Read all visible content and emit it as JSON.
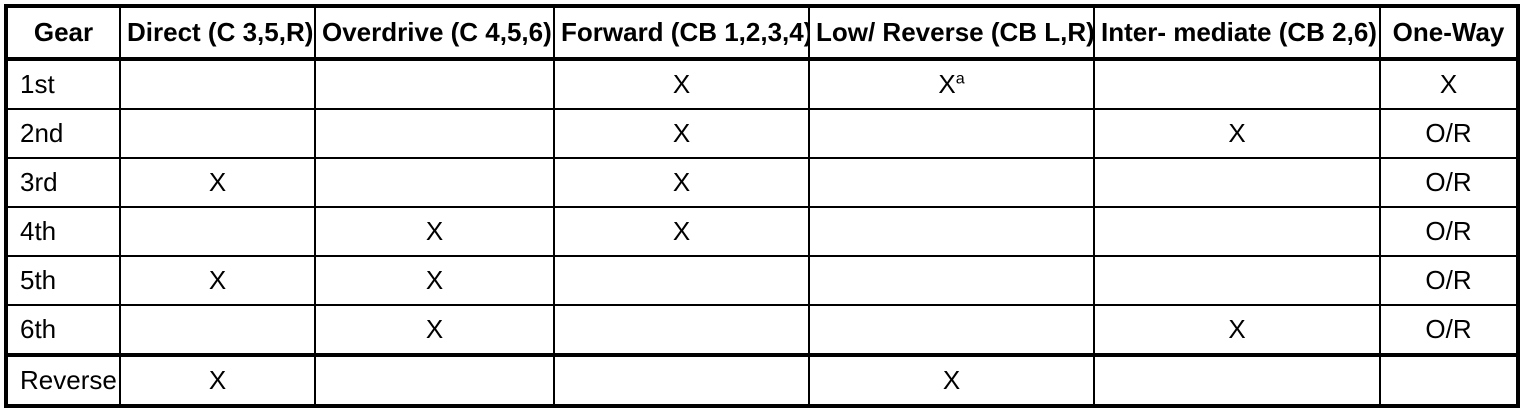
{
  "table": {
    "caption": "",
    "columns": [
      "Gear",
      "Direct (C 3,5,R)",
      "Overdrive (C 4,5,6)",
      "Forward (CB 1,2,3,4)",
      "Low/ Reverse (CB L,R)",
      "Inter- mediate (CB 2,6)",
      "One-Way"
    ],
    "rows": [
      {
        "gear": "1st",
        "direct": "",
        "overdrive": "",
        "forward": "X",
        "low_reverse": "X",
        "low_reverse_footnote": "a",
        "intermediate": "",
        "one_way": "X",
        "heavy_top": false
      },
      {
        "gear": "2nd",
        "direct": "",
        "overdrive": "",
        "forward": "X",
        "low_reverse": "",
        "low_reverse_footnote": "",
        "intermediate": "X",
        "one_way": "O/R",
        "heavy_top": false
      },
      {
        "gear": "3rd",
        "direct": "X",
        "overdrive": "",
        "forward": "X",
        "low_reverse": "",
        "low_reverse_footnote": "",
        "intermediate": "",
        "one_way": "O/R",
        "heavy_top": false
      },
      {
        "gear": "4th",
        "direct": "",
        "overdrive": "X",
        "forward": "X",
        "low_reverse": "",
        "low_reverse_footnote": "",
        "intermediate": "",
        "one_way": "O/R",
        "heavy_top": false
      },
      {
        "gear": "5th",
        "direct": "X",
        "overdrive": "X",
        "forward": "",
        "low_reverse": "",
        "low_reverse_footnote": "",
        "intermediate": "",
        "one_way": "O/R",
        "heavy_top": false
      },
      {
        "gear": "6th",
        "direct": "",
        "overdrive": "X",
        "forward": "",
        "low_reverse": "",
        "low_reverse_footnote": "",
        "intermediate": "X",
        "one_way": "O/R",
        "heavy_top": false
      },
      {
        "gear": "Reverse",
        "direct": "X",
        "overdrive": "",
        "forward": "",
        "low_reverse": "X",
        "low_reverse_footnote": "",
        "intermediate": "",
        "one_way": "",
        "heavy_top": true
      }
    ]
  },
  "colors": {
    "border": "#000000",
    "text": "#000000",
    "background": "#ffffff"
  }
}
